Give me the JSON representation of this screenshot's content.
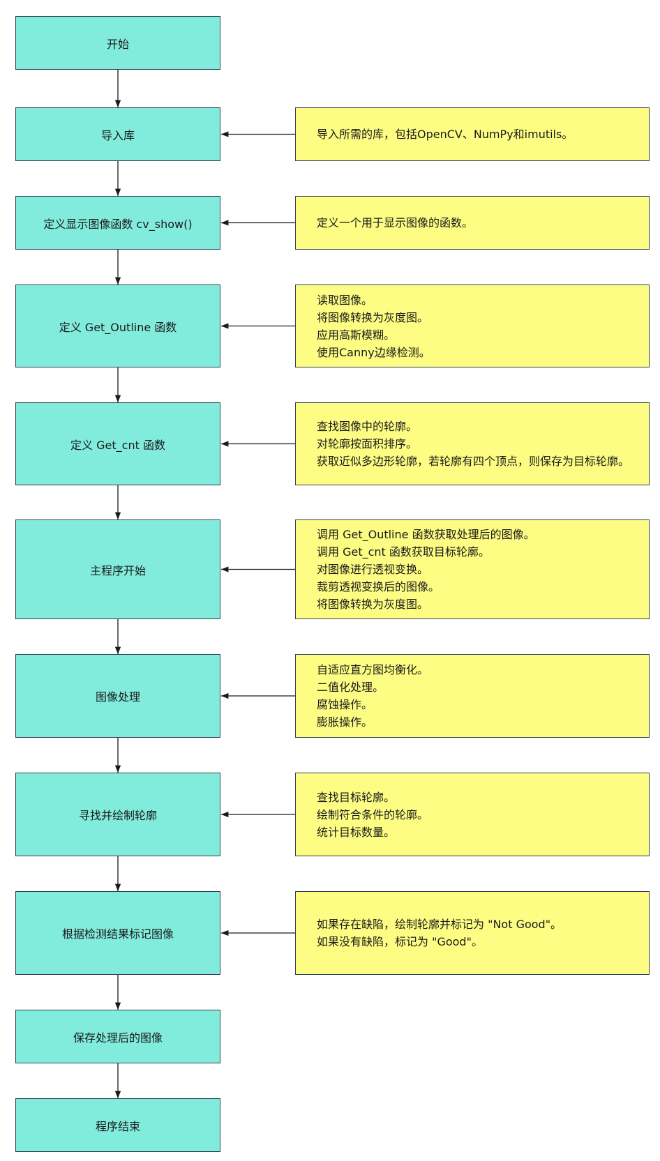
{
  "steps": [
    {
      "id": "start",
      "label": "开始"
    },
    {
      "id": "import-libs",
      "label": "导入库"
    },
    {
      "id": "define-cv-show",
      "label": "定义显示图像函数 cv_show()"
    },
    {
      "id": "define-get-outline",
      "label": "定义 Get_Outline 函数"
    },
    {
      "id": "define-get-cnt",
      "label": "定义 Get_cnt 函数"
    },
    {
      "id": "main-start",
      "label": "主程序开始"
    },
    {
      "id": "image-processing",
      "label": "图像处理"
    },
    {
      "id": "find-draw-contours",
      "label": "寻找并绘制轮廓"
    },
    {
      "id": "mark-image",
      "label": "根据检测结果标记图像"
    },
    {
      "id": "save-image",
      "label": "保存处理后的图像"
    },
    {
      "id": "end",
      "label": "程序结束"
    }
  ],
  "notes": [
    {
      "step": "import-libs",
      "lines": [
        "导入所需的库，包括OpenCV、NumPy和imutils。"
      ]
    },
    {
      "step": "define-cv-show",
      "lines": [
        "定义一个用于显示图像的函数。"
      ]
    },
    {
      "step": "define-get-outline",
      "lines": [
        "读取图像。",
        "将图像转换为灰度图。",
        "应用高斯模糊。",
        "使用Canny边缘检测。"
      ]
    },
    {
      "step": "define-get-cnt",
      "lines": [
        "查找图像中的轮廓。",
        "对轮廓按面积排序。",
        "获取近似多边形轮廓，若轮廓有四个顶点，则保存为目标轮廓。"
      ]
    },
    {
      "step": "main-start",
      "lines": [
        "调用 Get_Outline 函数获取处理后的图像。",
        "调用 Get_cnt 函数获取目标轮廓。",
        "对图像进行透视变换。",
        "裁剪透视变换后的图像。",
        "将图像转换为灰度图。"
      ]
    },
    {
      "step": "image-processing",
      "lines": [
        "自适应直方图均衡化。",
        "二值化处理。",
        "腐蚀操作。",
        "膨胀操作。"
      ]
    },
    {
      "step": "find-draw-contours",
      "lines": [
        "查找目标轮廓。",
        "绘制符合条件的轮廓。",
        "统计目标数量。"
      ]
    },
    {
      "step": "mark-image",
      "lines": [
        "如果存在缺陷，绘制轮廓并标记为 \"Not Good\"。",
        "如果没有缺陷，标记为 \"Good\"。"
      ]
    }
  ],
  "colors": {
    "step_fill": "#82ecdc",
    "note_fill": "#fdfd84",
    "border": "#2c3e50",
    "arrow": "#1a1a1a"
  }
}
